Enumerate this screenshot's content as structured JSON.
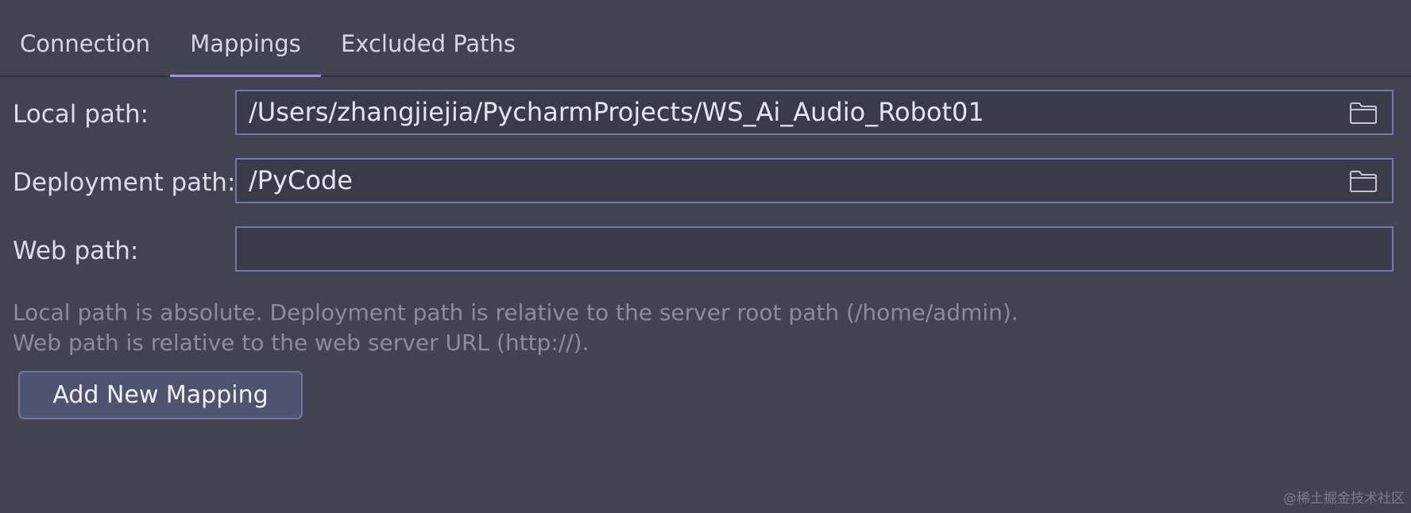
{
  "tabs": [
    {
      "label": "Connection"
    },
    {
      "label": "Mappings"
    },
    {
      "label": "Excluded Paths"
    }
  ],
  "active_tab": "Mappings",
  "fields": {
    "local_path": {
      "label": "Local path:",
      "value": "/Users/zhangjiejia/PycharmProjects/WS_Ai_Audio_Robot01",
      "icon": "folder-icon"
    },
    "deployment_path": {
      "label": "Deployment path:",
      "value": "/PyCode",
      "icon": "folder-icon"
    },
    "web_path": {
      "label": "Web path:",
      "value": ""
    }
  },
  "help": {
    "line1": "Local path is absolute. Deployment path is relative to the server root path (/home/admin).",
    "line2": "Web path is relative to the web server URL (http://)."
  },
  "buttons": {
    "add_mapping": "Add New Mapping"
  },
  "watermark": "@稀土掘金技术社区",
  "colors": {
    "background": "#414351",
    "field_background": "#393b48",
    "field_border": "#6f7aa8",
    "tab_underline": "#a58ae2",
    "button_background": "#4e5470",
    "help_text": "#8b8e99"
  }
}
